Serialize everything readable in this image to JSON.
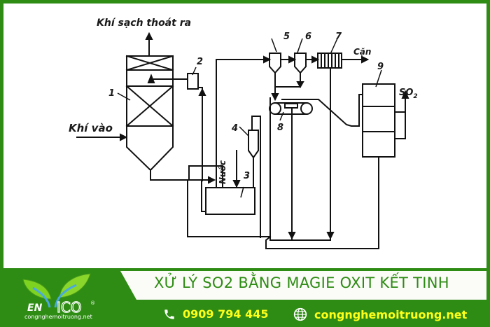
{
  "diagram": {
    "labels": {
      "clean_gas_out": "Khí sạch thoát ra",
      "gas_in": "Khí vào",
      "water": "Nước",
      "residue": "Cặn",
      "so2": "SO",
      "so2_sub": "2"
    },
    "numbers": [
      "1",
      "2",
      "3",
      "4",
      "5",
      "6",
      "7",
      "8",
      "9"
    ]
  },
  "footer": {
    "title": "XỬ LÝ SO2 BẰNG MAGIE OXIT KẾT TINH",
    "phone": "0909 794 445",
    "website": "congnghemoitruong.net",
    "phone_icon": "phone-icon",
    "web_icon": "globe-icon"
  },
  "logo": {
    "brand_left": "EN",
    "brand_right": "ICO",
    "tagline": "congnghemoitruong.net",
    "registered": "®"
  },
  "colors": {
    "brand_green": "#2e8c14",
    "title_bg": "#fbfbf7",
    "contact_yellow": "#ffff1a",
    "leaf_green": "#7ed321"
  }
}
